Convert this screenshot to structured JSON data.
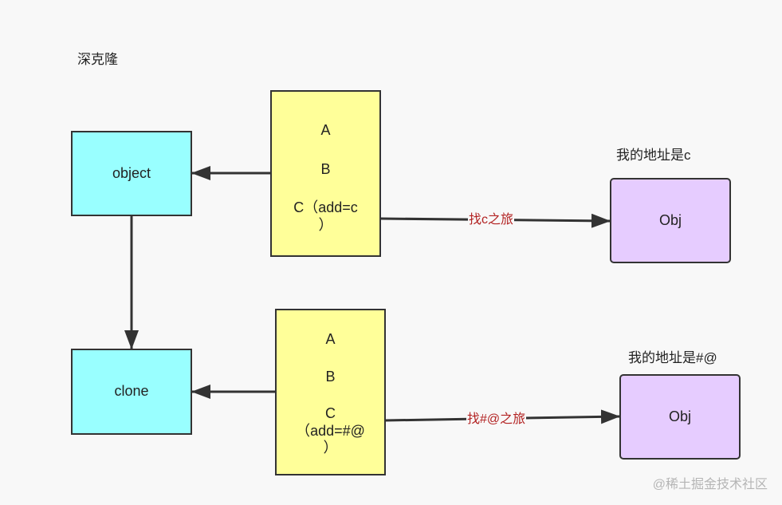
{
  "title": "深克隆",
  "nodes": {
    "object": {
      "label": "object"
    },
    "clone": {
      "label": "clone"
    },
    "props_top": {
      "a": "A",
      "b": "B",
      "c1": "C（add=c",
      "c2": "）"
    },
    "props_bottom": {
      "a": "A",
      "b": "B",
      "c1": "C",
      "c2": "（add=#@",
      "c3": "）"
    },
    "obj_top": {
      "label": "Obj"
    },
    "obj_bottom": {
      "label": "Obj"
    }
  },
  "notes": {
    "top": "我的地址是c",
    "bottom": "我的地址是#@"
  },
  "edges": {
    "top_label": "找c之旅",
    "bottom_label": "找#@之旅"
  },
  "watermark": "@稀土掘金技术社区",
  "colors": {
    "cyan": "#99ffff",
    "yellow": "#ffff99",
    "purple": "#e6ccff",
    "edge_label": "#b22222"
  }
}
